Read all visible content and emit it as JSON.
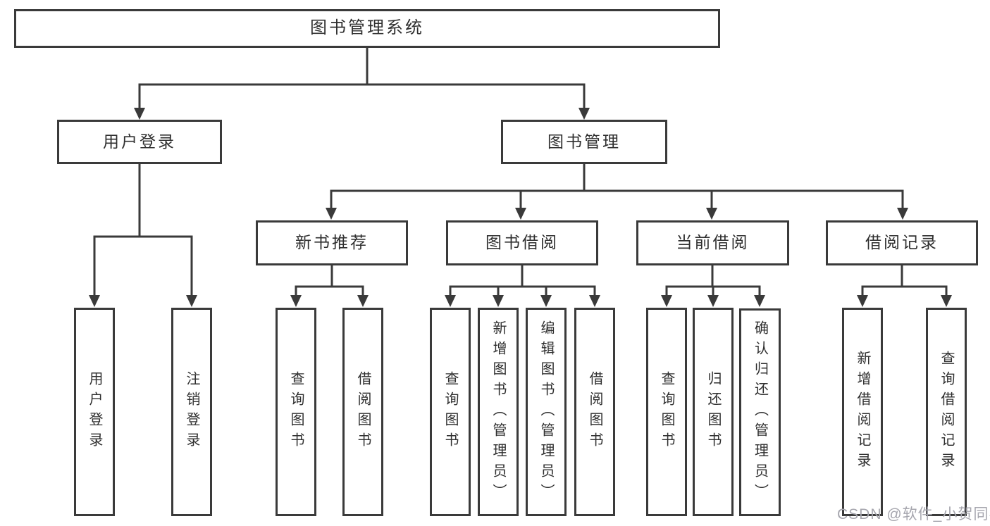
{
  "colors": {
    "line": "#3a3a3a",
    "text": "#2f2f2f",
    "background": "#ffffff",
    "watermark": "#a6a6ae"
  },
  "tree": {
    "root": "图书管理系统",
    "branches": [
      {
        "label": "用户登录",
        "leaves": [
          "用户登录",
          "注销登录"
        ]
      },
      {
        "label": "图书管理",
        "sections": [
          {
            "label": "新书推荐",
            "leaves": [
              "查询图书",
              "借阅图书"
            ]
          },
          {
            "label": "图书借阅",
            "leaves": [
              "查询图书",
              "新增图书（管理员）",
              "编辑图书（管理员）",
              "借阅图书"
            ]
          },
          {
            "label": "当前借阅",
            "leaves": [
              "查询图书",
              "归还图书",
              "确认归还（管理员）"
            ]
          },
          {
            "label": "借阅记录",
            "leaves": [
              "新增借阅记录",
              "查询借阅记录"
            ]
          }
        ]
      }
    ]
  },
  "watermark": "CSDN @软件_小贺同学"
}
